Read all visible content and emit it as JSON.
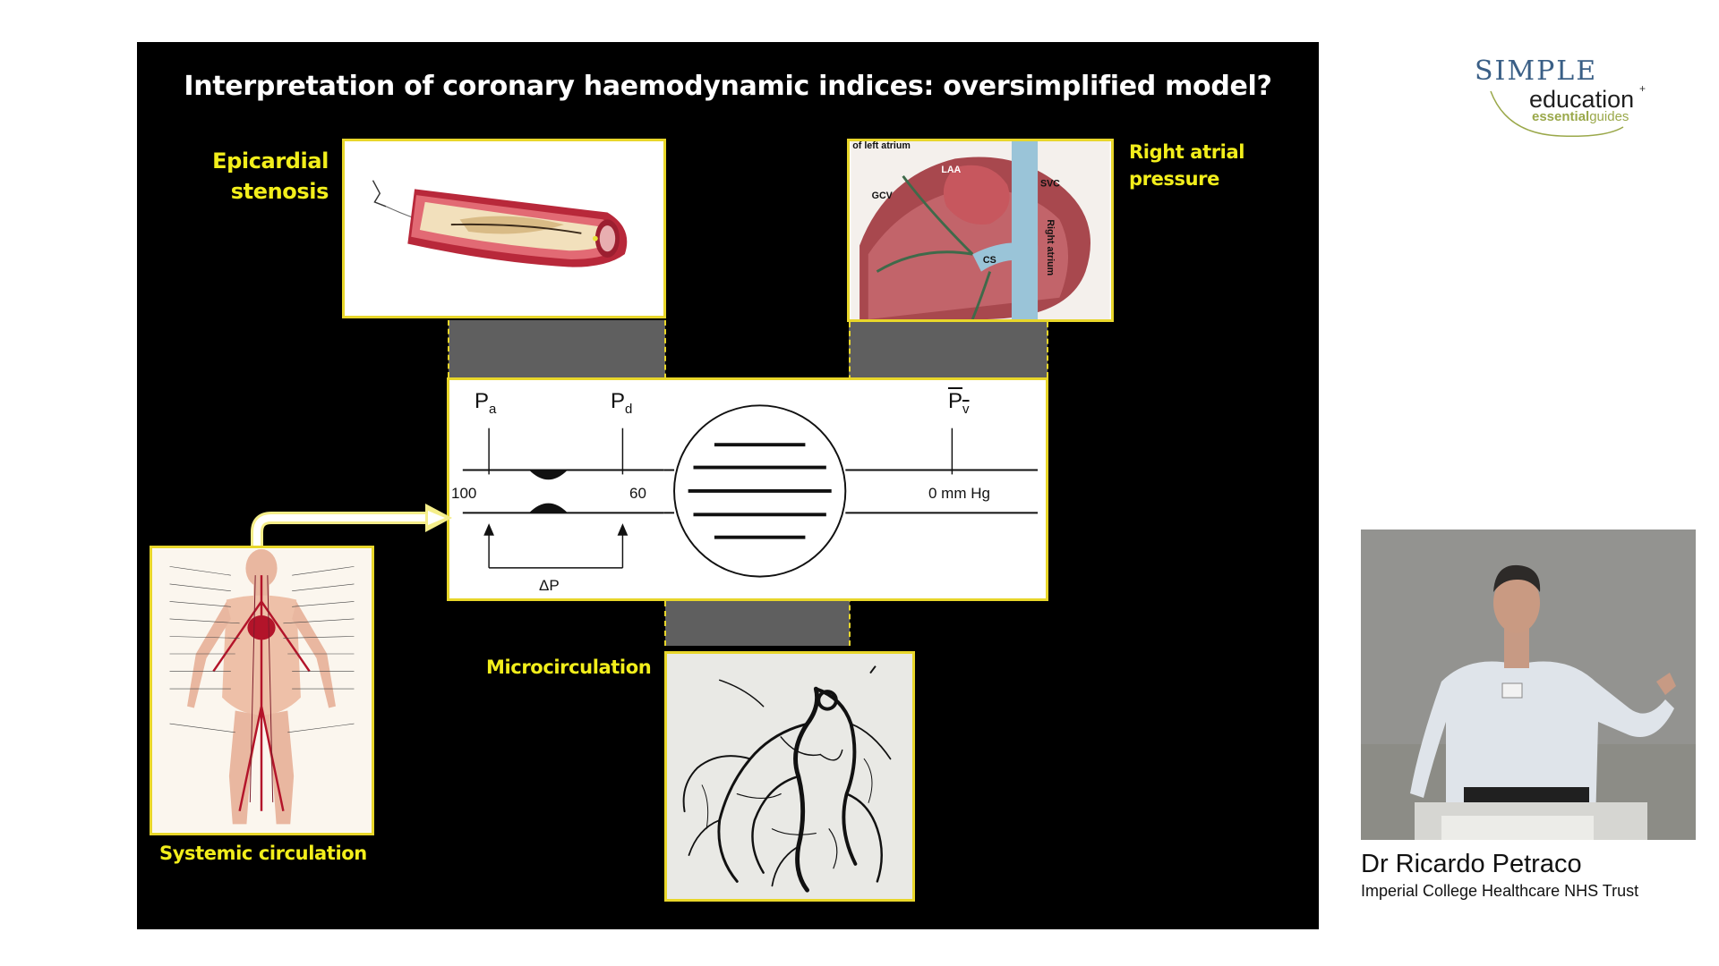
{
  "slide": {
    "title": "Interpretation of coronary haemodynamic indices: oversimplified model?",
    "labels": {
      "epicardial_line1": "Epicardial",
      "epicardial_line2": "stenosis",
      "right_atrial_line1": "Right atrial",
      "right_atrial_line2": "pressure",
      "microcirculation": "Microcirculation",
      "systemic": "Systemic circulation"
    },
    "heart_labels": {
      "top": "of left atrium",
      "laa": "LAA",
      "gcv": "GCV",
      "svc": "SVC",
      "cs": "CS",
      "right_atrium": "Right atrium"
    },
    "schematic": {
      "pa": "P",
      "pa_sub": "a",
      "pd": "P",
      "pd_sub": "d",
      "pv": "P",
      "pv_sub": "v",
      "val_100": "100",
      "val_60": "60",
      "val_0": "0 mm Hg",
      "delta_p": "ΔP"
    }
  },
  "logo": {
    "simple": "SIMPLE",
    "education": "education",
    "plus": "+",
    "essential": "essential",
    "guides": "guides"
  },
  "speaker": {
    "name": "Dr Ricardo Petraco",
    "org": "Imperial College Healthcare NHS Trust"
  },
  "colors": {
    "accent_yellow": "#f2ee1b",
    "slide_bg": "#000000",
    "logo_blue": "#3a5f86",
    "logo_green": "#9aa84a"
  }
}
